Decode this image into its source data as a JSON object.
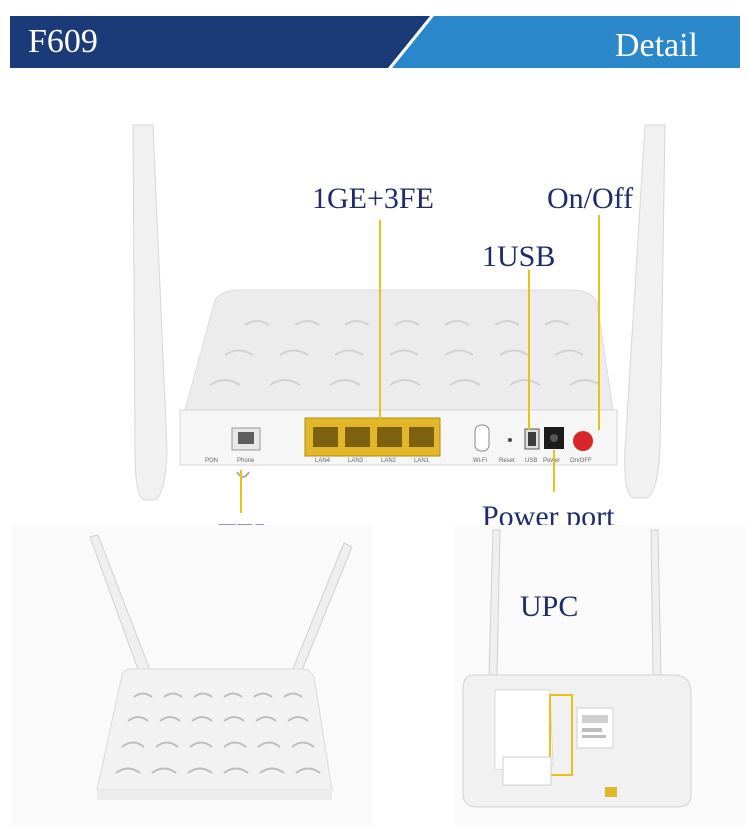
{
  "header": {
    "title": "F609",
    "right_label": "Detail",
    "colors": {
      "dark": "#1b3a78",
      "light": "#2a87c9"
    }
  },
  "callouts": {
    "ports": "1GE+3FE",
    "onoff": "On/Off",
    "usb": "1USB",
    "tel": "TEL",
    "power": "Power port",
    "upc": "UPC"
  },
  "port_labels": {
    "pon": "PON",
    "phone": "Phone",
    "lan4": "LAN4",
    "lan3": "LAN3",
    "lan2": "LAN2",
    "lan1": "LAN1",
    "wifi": "Wi-Fi",
    "reset": "Reset",
    "usb": "USB",
    "power": "Power",
    "onoff": "On/OFF"
  },
  "colors": {
    "callout_line": "#e8c21a",
    "callout_text": "#1f2b6b",
    "power_button": "#d8262b"
  }
}
